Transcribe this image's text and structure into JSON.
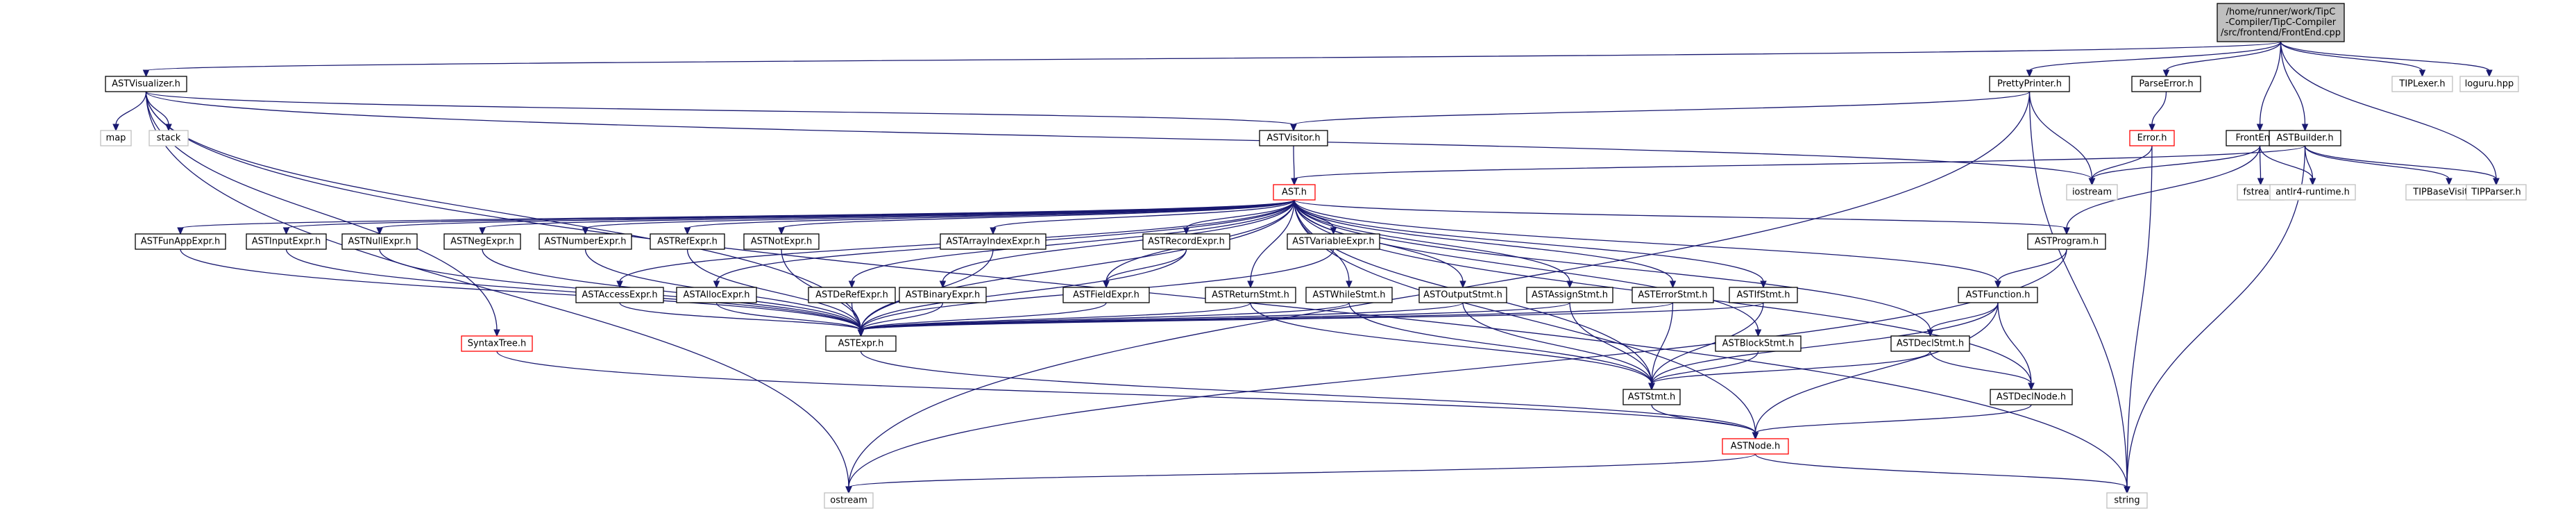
{
  "graph": {
    "edge_color": "#191970",
    "nodes": [
      {
        "id": "root",
        "lines": [
          "/home/runner/work/TipC",
          "-Compiler/TipC-Compiler",
          "/src/frontend/FrontEnd.cpp"
        ],
        "style": "root"
      },
      {
        "id": "astvisualizer",
        "lines": [
          "ASTVisualizer.h"
        ],
        "style": "normal"
      },
      {
        "id": "prettyprinter",
        "lines": [
          "PrettyPrinter.h"
        ],
        "style": "normal"
      },
      {
        "id": "parseerror",
        "lines": [
          "ParseError.h"
        ],
        "style": "normal"
      },
      {
        "id": "frontend",
        "lines": [
          "FrontEnd.h"
        ],
        "style": "normal"
      },
      {
        "id": "astbuilder",
        "lines": [
          "ASTBuilder.h"
        ],
        "style": "normal"
      },
      {
        "id": "tiplexer",
        "lines": [
          "TIPLexer.h"
        ],
        "style": "gray"
      },
      {
        "id": "loguru",
        "lines": [
          "loguru.hpp"
        ],
        "style": "gray"
      },
      {
        "id": "map",
        "lines": [
          "map"
        ],
        "style": "gray"
      },
      {
        "id": "stack",
        "lines": [
          "stack"
        ],
        "style": "gray"
      },
      {
        "id": "astvisitor",
        "lines": [
          "ASTVisitor.h"
        ],
        "style": "normal"
      },
      {
        "id": "errorh",
        "lines": [
          "Error.h"
        ],
        "style": "red"
      },
      {
        "id": "iostream",
        "lines": [
          "iostream"
        ],
        "style": "gray"
      },
      {
        "id": "fstream",
        "lines": [
          "fstream"
        ],
        "style": "gray"
      },
      {
        "id": "antlr",
        "lines": [
          "antlr4-runtime.h"
        ],
        "style": "gray"
      },
      {
        "id": "tipbasevisitor",
        "lines": [
          "TIPBaseVisitor.h"
        ],
        "style": "gray"
      },
      {
        "id": "tipparser",
        "lines": [
          "TIPParser.h"
        ],
        "style": "gray"
      },
      {
        "id": "ast",
        "lines": [
          "AST.h"
        ],
        "style": "red"
      },
      {
        "id": "funapp",
        "lines": [
          "ASTFunAppExpr.h"
        ],
        "style": "normal"
      },
      {
        "id": "input",
        "lines": [
          "ASTInputExpr.h"
        ],
        "style": "normal"
      },
      {
        "id": "null",
        "lines": [
          "ASTNullExpr.h"
        ],
        "style": "normal"
      },
      {
        "id": "neg",
        "lines": [
          "ASTNegExpr.h"
        ],
        "style": "normal"
      },
      {
        "id": "number",
        "lines": [
          "ASTNumberExpr.h"
        ],
        "style": "normal"
      },
      {
        "id": "ref",
        "lines": [
          "ASTRefExpr.h"
        ],
        "style": "normal"
      },
      {
        "id": "not",
        "lines": [
          "ASTNotExpr.h"
        ],
        "style": "normal"
      },
      {
        "id": "arrayindex",
        "lines": [
          "ASTArrayIndexExpr.h"
        ],
        "style": "normal"
      },
      {
        "id": "record",
        "lines": [
          "ASTRecordExpr.h"
        ],
        "style": "normal"
      },
      {
        "id": "variable",
        "lines": [
          "ASTVariableExpr.h"
        ],
        "style": "normal"
      },
      {
        "id": "program",
        "lines": [
          "ASTProgram.h"
        ],
        "style": "normal"
      },
      {
        "id": "access",
        "lines": [
          "ASTAccessExpr.h"
        ],
        "style": "normal"
      },
      {
        "id": "alloc",
        "lines": [
          "ASTAllocExpr.h"
        ],
        "style": "normal"
      },
      {
        "id": "deref",
        "lines": [
          "ASTDeRefExpr.h"
        ],
        "style": "normal"
      },
      {
        "id": "binary",
        "lines": [
          "ASTBinaryExpr.h"
        ],
        "style": "normal"
      },
      {
        "id": "field",
        "lines": [
          "ASTFieldExpr.h"
        ],
        "style": "normal"
      },
      {
        "id": "returnstmt",
        "lines": [
          "ASTReturnStmt.h"
        ],
        "style": "normal"
      },
      {
        "id": "whilestmt",
        "lines": [
          "ASTWhileStmt.h"
        ],
        "style": "normal"
      },
      {
        "id": "outputstmt",
        "lines": [
          "ASTOutputStmt.h"
        ],
        "style": "normal"
      },
      {
        "id": "assignstmt",
        "lines": [
          "ASTAssignStmt.h"
        ],
        "style": "normal"
      },
      {
        "id": "errorstmt",
        "lines": [
          "ASTErrorStmt.h"
        ],
        "style": "normal"
      },
      {
        "id": "ifstmt",
        "lines": [
          "ASTIfStmt.h"
        ],
        "style": "normal"
      },
      {
        "id": "function",
        "lines": [
          "ASTFunction.h"
        ],
        "style": "normal"
      },
      {
        "id": "syntaxtree",
        "lines": [
          "SyntaxTree.h"
        ],
        "style": "red"
      },
      {
        "id": "expr",
        "lines": [
          "ASTExpr.h"
        ],
        "style": "normal"
      },
      {
        "id": "blockstmt",
        "lines": [
          "ASTBlockStmt.h"
        ],
        "style": "normal"
      },
      {
        "id": "declstmt",
        "lines": [
          "ASTDeclStmt.h"
        ],
        "style": "normal"
      },
      {
        "id": "stmt",
        "lines": [
          "ASTStmt.h"
        ],
        "style": "normal"
      },
      {
        "id": "declnode",
        "lines": [
          "ASTDeclNode.h"
        ],
        "style": "normal"
      },
      {
        "id": "node",
        "lines": [
          "ASTNode.h"
        ],
        "style": "red"
      },
      {
        "id": "ostream",
        "lines": [
          "ostream"
        ],
        "style": "gray"
      },
      {
        "id": "string",
        "lines": [
          "string"
        ],
        "style": "gray"
      }
    ],
    "edges": [
      [
        "root",
        "astvisualizer"
      ],
      [
        "root",
        "prettyprinter"
      ],
      [
        "root",
        "parseerror"
      ],
      [
        "root",
        "frontend"
      ],
      [
        "root",
        "astbuilder"
      ],
      [
        "root",
        "tiplexer"
      ],
      [
        "root",
        "loguru"
      ],
      [
        "root",
        "tipparser"
      ],
      [
        "astvisualizer",
        "map"
      ],
      [
        "astvisualizer",
        "stack"
      ],
      [
        "astvisualizer",
        "astvisitor"
      ],
      [
        "astvisualizer",
        "iostream"
      ],
      [
        "astvisualizer",
        "syntaxtree"
      ],
      [
        "astvisualizer",
        "ostream"
      ],
      [
        "astvisualizer",
        "string"
      ],
      [
        "astvisualizer",
        "expr"
      ],
      [
        "prettyprinter",
        "astvisitor"
      ],
      [
        "prettyprinter",
        "iostream"
      ],
      [
        "prettyprinter",
        "ostream"
      ],
      [
        "prettyprinter",
        "string"
      ],
      [
        "parseerror",
        "errorh"
      ],
      [
        "errorh",
        "iostream"
      ],
      [
        "errorh",
        "string"
      ],
      [
        "frontend",
        "iostream"
      ],
      [
        "frontend",
        "fstream"
      ],
      [
        "frontend",
        "antlr"
      ],
      [
        "frontend",
        "program"
      ],
      [
        "astbuilder",
        "ast"
      ],
      [
        "astbuilder",
        "antlr"
      ],
      [
        "astbuilder",
        "tipbasevisitor"
      ],
      [
        "astbuilder",
        "tipparser"
      ],
      [
        "astbuilder",
        "string"
      ],
      [
        "astvisitor",
        "ast"
      ],
      [
        "ast",
        "funapp"
      ],
      [
        "ast",
        "input"
      ],
      [
        "ast",
        "null"
      ],
      [
        "ast",
        "neg"
      ],
      [
        "ast",
        "number"
      ],
      [
        "ast",
        "ref"
      ],
      [
        "ast",
        "not"
      ],
      [
        "ast",
        "arrayindex"
      ],
      [
        "ast",
        "record"
      ],
      [
        "ast",
        "variable"
      ],
      [
        "ast",
        "program"
      ],
      [
        "ast",
        "access"
      ],
      [
        "ast",
        "alloc"
      ],
      [
        "ast",
        "deref"
      ],
      [
        "ast",
        "binary"
      ],
      [
        "ast",
        "field"
      ],
      [
        "ast",
        "returnstmt"
      ],
      [
        "ast",
        "whilestmt"
      ],
      [
        "ast",
        "outputstmt"
      ],
      [
        "ast",
        "assignstmt"
      ],
      [
        "ast",
        "errorstmt"
      ],
      [
        "ast",
        "ifstmt"
      ],
      [
        "ast",
        "function"
      ],
      [
        "ast",
        "blockstmt"
      ],
      [
        "ast",
        "declstmt"
      ],
      [
        "ast",
        "declnode"
      ],
      [
        "ast",
        "expr"
      ],
      [
        "ast",
        "stmt"
      ],
      [
        "ast",
        "node"
      ],
      [
        "funapp",
        "expr"
      ],
      [
        "input",
        "expr"
      ],
      [
        "null",
        "expr"
      ],
      [
        "neg",
        "expr"
      ],
      [
        "number",
        "expr"
      ],
      [
        "ref",
        "expr"
      ],
      [
        "not",
        "expr"
      ],
      [
        "arrayindex",
        "expr"
      ],
      [
        "record",
        "field"
      ],
      [
        "record",
        "expr"
      ],
      [
        "variable",
        "expr"
      ],
      [
        "access",
        "expr"
      ],
      [
        "alloc",
        "expr"
      ],
      [
        "deref",
        "expr"
      ],
      [
        "binary",
        "expr"
      ],
      [
        "field",
        "expr"
      ],
      [
        "returnstmt",
        "expr"
      ],
      [
        "returnstmt",
        "stmt"
      ],
      [
        "whilestmt",
        "expr"
      ],
      [
        "whilestmt",
        "stmt"
      ],
      [
        "outputstmt",
        "expr"
      ],
      [
        "outputstmt",
        "stmt"
      ],
      [
        "assignstmt",
        "expr"
      ],
      [
        "assignstmt",
        "stmt"
      ],
      [
        "errorstmt",
        "expr"
      ],
      [
        "errorstmt",
        "stmt"
      ],
      [
        "ifstmt",
        "expr"
      ],
      [
        "ifstmt",
        "stmt"
      ],
      [
        "program",
        "function"
      ],
      [
        "program",
        "ostream"
      ],
      [
        "function",
        "declstmt"
      ],
      [
        "function",
        "declnode"
      ],
      [
        "function",
        "node"
      ],
      [
        "function",
        "stmt"
      ],
      [
        "blockstmt",
        "stmt"
      ],
      [
        "declstmt",
        "declnode"
      ],
      [
        "declstmt",
        "stmt"
      ],
      [
        "syntaxtree",
        "node"
      ],
      [
        "expr",
        "node"
      ],
      [
        "stmt",
        "node"
      ],
      [
        "declnode",
        "node"
      ],
      [
        "node",
        "ostream"
      ],
      [
        "node",
        "string"
      ]
    ]
  }
}
